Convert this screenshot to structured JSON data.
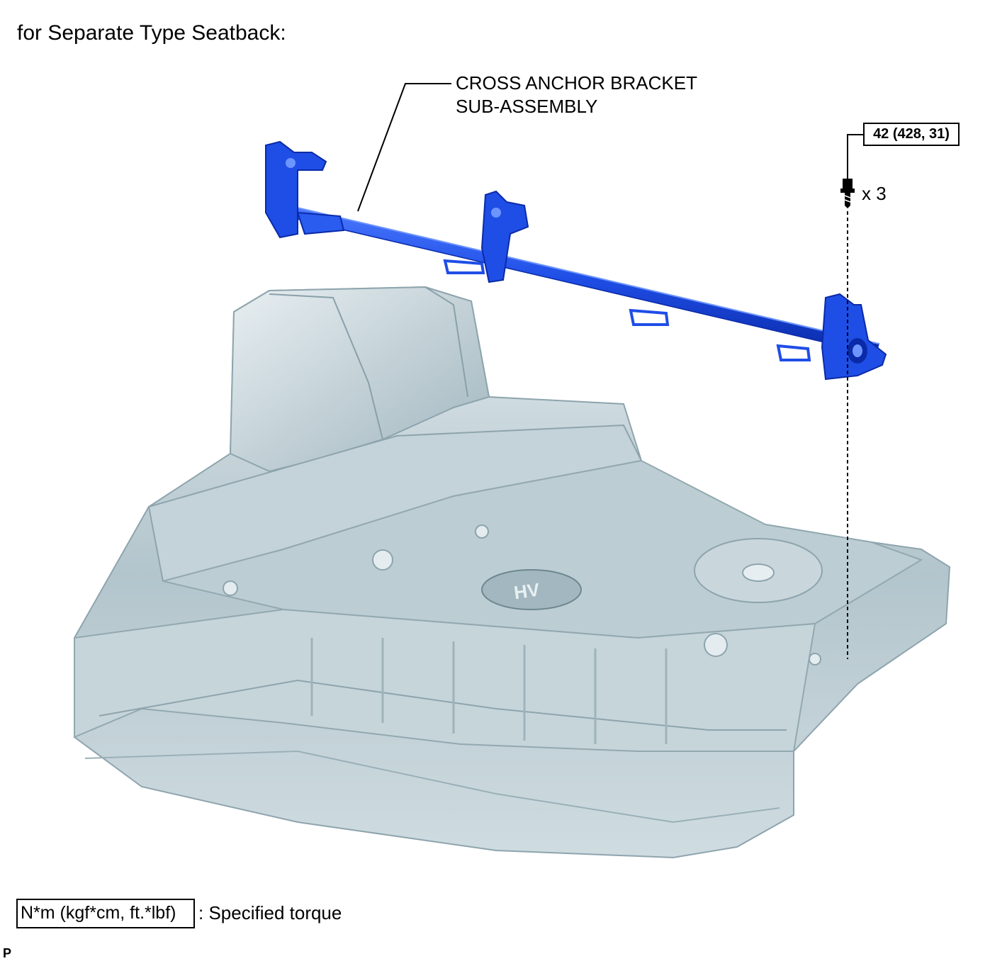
{
  "title": "for Separate Type Seatback:",
  "callout": {
    "line1": "CROSS ANCHOR BRACKET",
    "line2": "SUB-ASSEMBLY"
  },
  "torque": {
    "value": "42 (428, 31)",
    "quantity": "x 3"
  },
  "legend": {
    "unit_box": "N*m (kgf*cm, ft.*lbf)",
    "description": ": Specified torque"
  },
  "figure_code": "P",
  "colors": {
    "bracket_blue": "#1f4ee6",
    "bracket_dark": "#0a2aa8",
    "body_steel": "#a9bcc4",
    "body_light": "#d9e4e8",
    "body_dark": "#7f97a1"
  }
}
